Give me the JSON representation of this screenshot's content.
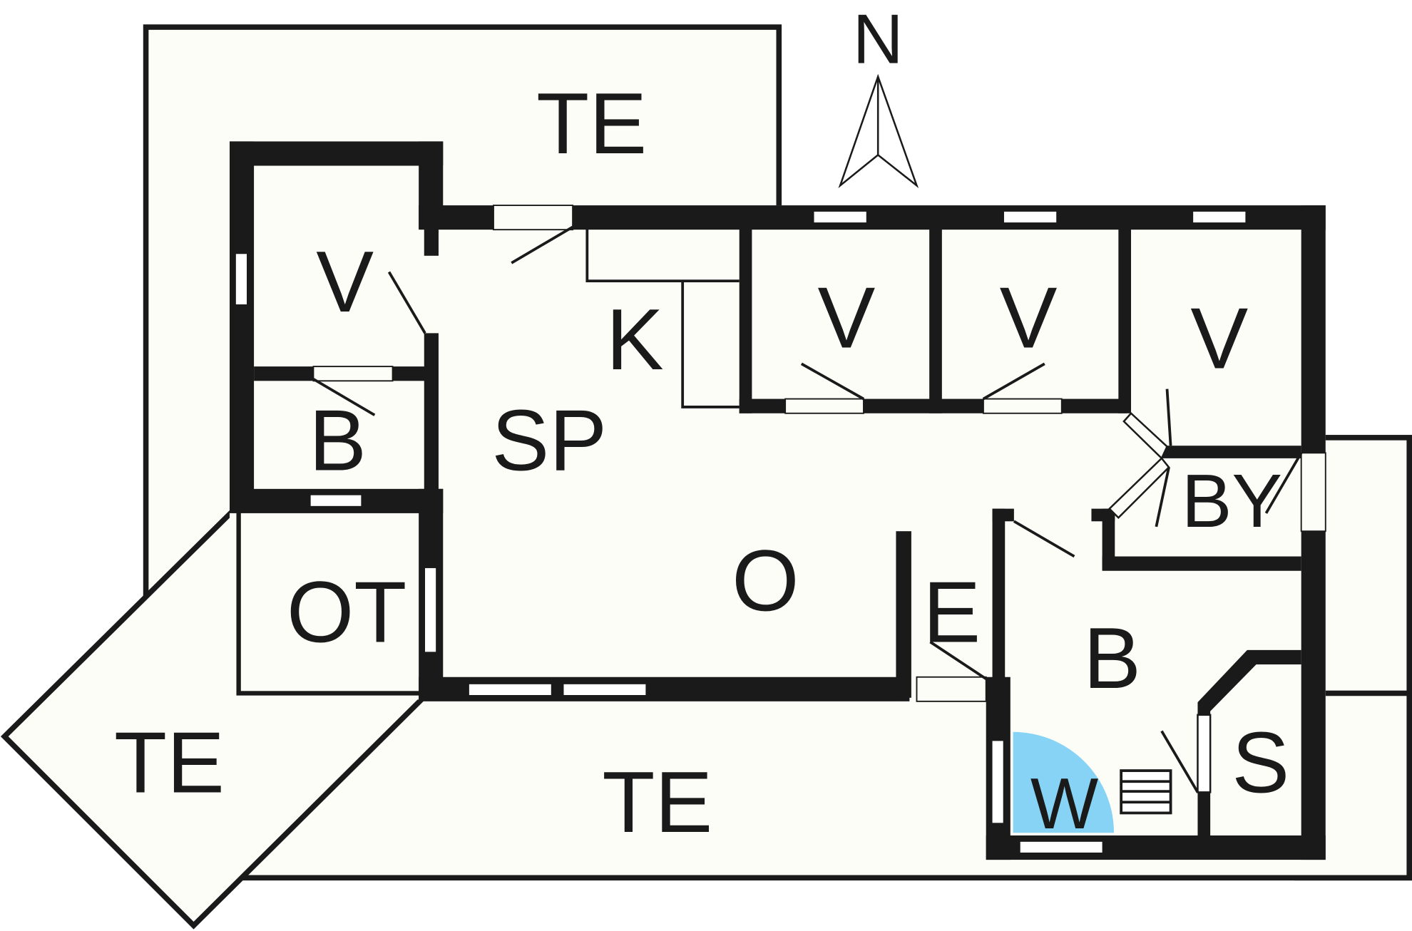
{
  "north_label": "N",
  "rooms": {
    "terrace_top": "TE",
    "terrace_left": "TE",
    "terrace_bottom": "TE",
    "bedroom_nw": "V",
    "bath_west": "B",
    "dining": "SP",
    "kitchen": "K",
    "bedroom_2": "V",
    "bedroom_3": "V",
    "bedroom_4": "V",
    "living": "O",
    "outdoor_room": "OT",
    "entrance": "E",
    "annex": "BY",
    "bath_east": "B",
    "sauna": "S",
    "whirlpool": "W"
  },
  "colors": {
    "wall": "#1a1a1a",
    "floor": "#fdfdf8",
    "whirlpool": "#87d3f5"
  }
}
